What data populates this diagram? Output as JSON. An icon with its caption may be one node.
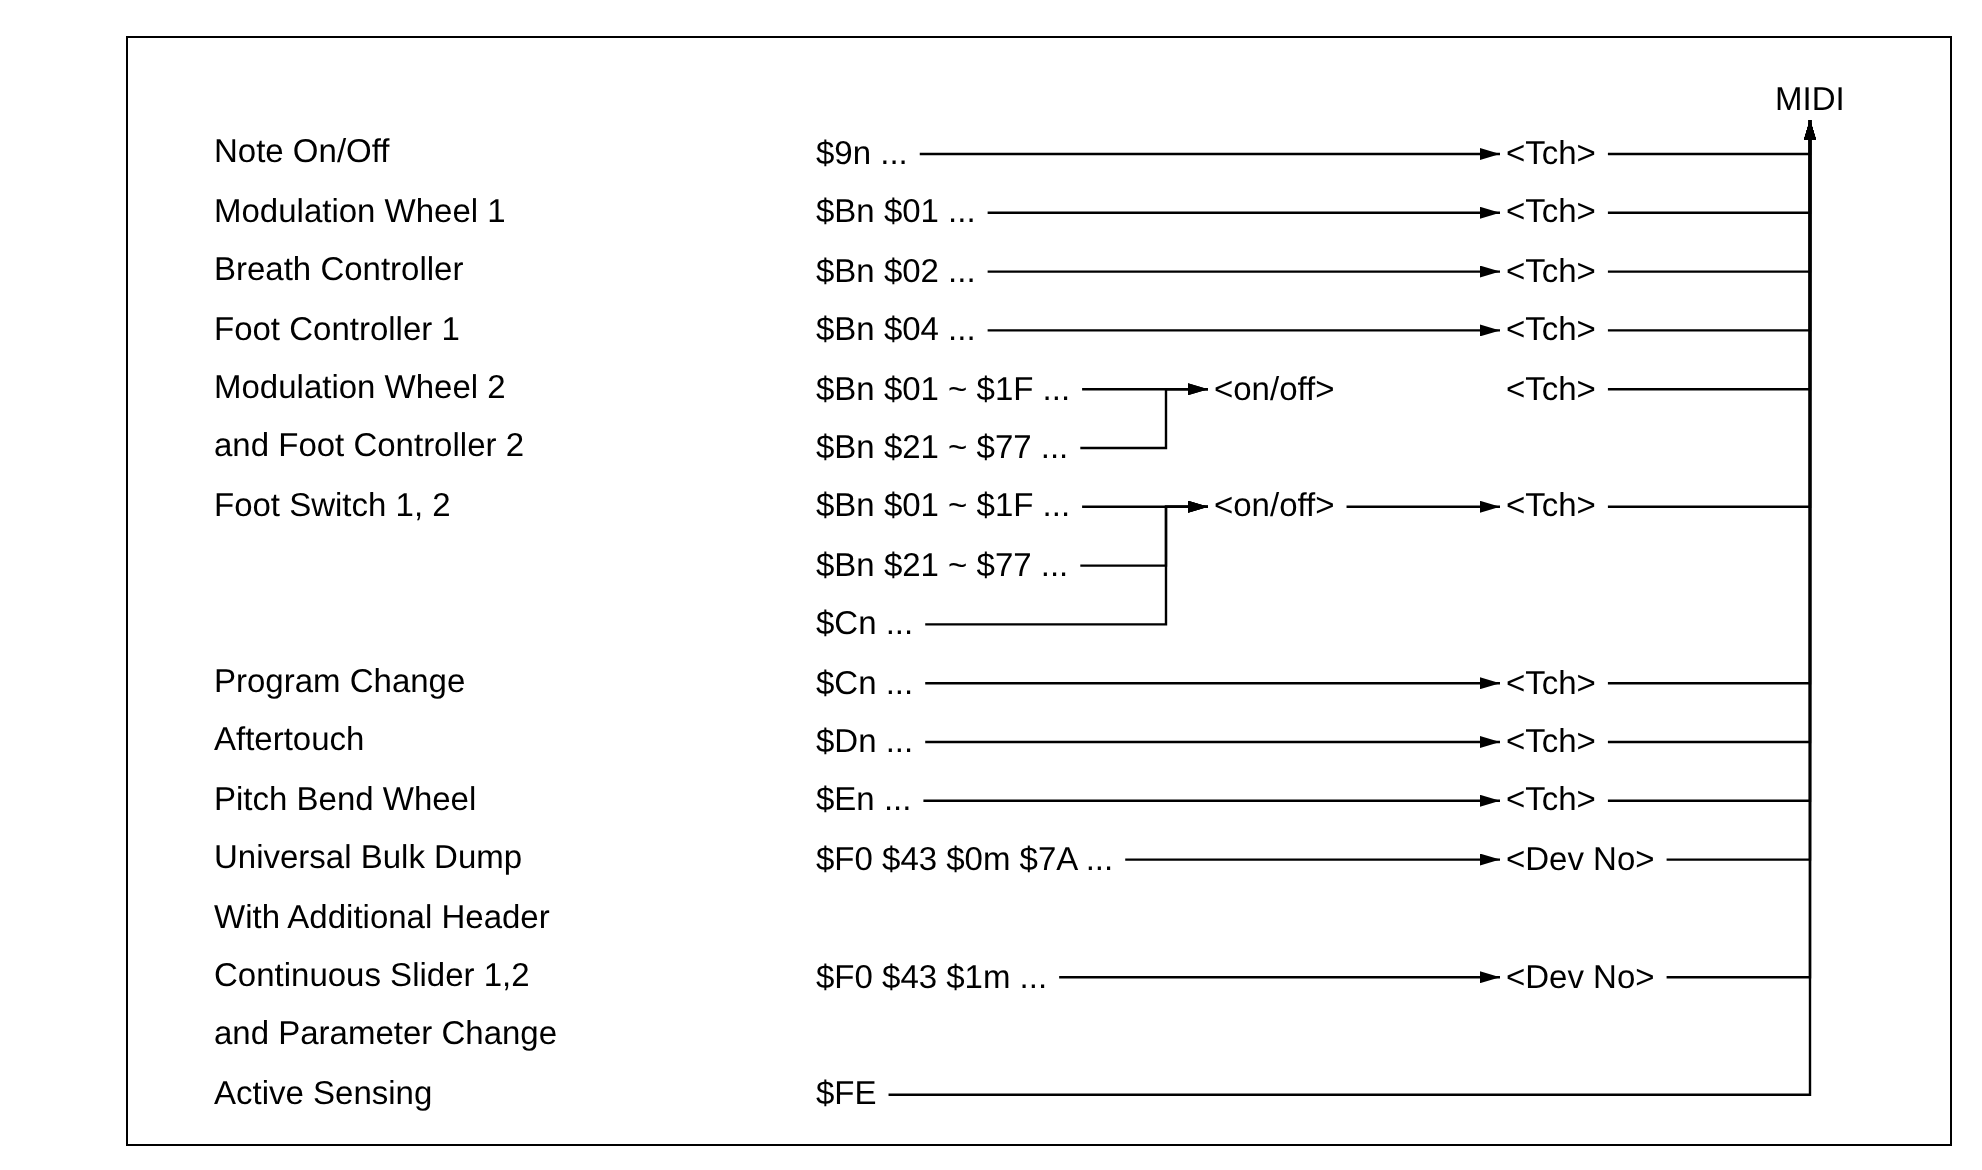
{
  "diagram": {
    "nodes": [
      {
        "text": [
          "MIDI"
        ]
      },
      {
        "text": [
          "$9n ..."
        ]
      },
      {
        "text": [
          "<Tch>"
        ]
      },
      {
        "text": [
          "$Bn $01 ..."
        ]
      },
      {
        "text": [
          "<Tch>"
        ]
      },
      {
        "text": [
          "$Bn $02 ..."
        ]
      },
      {
        "text": [
          "<Tch>"
        ]
      },
      {
        "text": [
          "$Bn $04 ..."
        ]
      },
      {
        "text": [
          "<Tch>"
        ]
      },
      {
        "text": [
          "$Bn $01 ~ $1F ..."
        ]
      },
      {
        "text": [
          "<on/off>"
        ]
      },
      {
        "text": [
          "<Tch>"
        ]
      },
      {
        "text": [
          "$Bn $21 ~ $77 ..."
        ]
      },
      {
        "text": [
          "$Bn $01 ~ $1F ..."
        ]
      },
      {
        "text": [
          "<on/off>"
        ]
      },
      {
        "text": [
          "<Tch>"
        ]
      },
      {
        "text": [
          "$Bn $21 ~ $77 ..."
        ]
      },
      {
        "text": [
          "$Cn ..."
        ]
      },
      {
        "text": [
          "$Cn ..."
        ]
      },
      {
        "text": [
          "<Tch>"
        ]
      },
      {
        "text": [
          "$Dn ..."
        ]
      },
      {
        "text": [
          "<Tch>"
        ]
      },
      {
        "text": [
          "$En ..."
        ]
      },
      {
        "text": [
          "<Tch>"
        ]
      },
      {
        "text": [
          "$F0 $43 $0m $7A ..."
        ]
      },
      {
        "text": [
          "<Dev No>"
        ]
      },
      {
        "text": [
          "$F0 $43 $1m ..."
        ]
      },
      {
        "text": [
          "<Dev No>"
        ]
      },
      {
        "text": [
          "$FE"
        ]
      }
    ],
    "edges": [
      {
        "from": 1,
        "to": 2,
        "arrow": "to"
      },
      {
        "from": 2,
        "to": 0,
        "arrow": "to"
      },
      {
        "from": 3,
        "to": 4,
        "arrow": "to"
      },
      {
        "from": 4,
        "to": 0,
        "arrow": "to"
      },
      {
        "from": 5,
        "to": 6,
        "arrow": "to"
      },
      {
        "from": 6,
        "to": 0,
        "arrow": "to"
      },
      {
        "from": 7,
        "to": 8,
        "arrow": "to"
      },
      {
        "from": 8,
        "to": 0,
        "arrow": "to"
      },
      {
        "from": 9,
        "to": 10,
        "arrow": "to"
      },
      {
        "from": 12,
        "to": 10,
        "arrow": "to"
      },
      {
        "from": 11,
        "to": 0,
        "arrow": "to"
      },
      {
        "from": 13,
        "to": 14,
        "arrow": "to"
      },
      {
        "from": 16,
        "to": 14,
        "arrow": "to"
      },
      {
        "from": 17,
        "to": 14,
        "arrow": "to"
      },
      {
        "from": 14,
        "to": 15,
        "arrow": "to"
      },
      {
        "from": 15,
        "to": 0,
        "arrow": "to"
      },
      {
        "from": 18,
        "to": 19,
        "arrow": "to"
      },
      {
        "from": 19,
        "to": 0,
        "arrow": "to"
      },
      {
        "from": 20,
        "to": 21,
        "arrow": "to"
      },
      {
        "from": 21,
        "to": 0,
        "arrow": "to"
      },
      {
        "from": 22,
        "to": 23,
        "arrow": "to"
      },
      {
        "from": 23,
        "to": 0,
        "arrow": "to"
      },
      {
        "from": 24,
        "to": 25,
        "arrow": "to"
      },
      {
        "from": 25,
        "to": 0,
        "arrow": "to"
      },
      {
        "from": 26,
        "to": 27,
        "arrow": "to"
      },
      {
        "from": 27,
        "to": 0,
        "arrow": "to"
      },
      {
        "from": 28,
        "to": 0,
        "arrow": "to"
      }
    ],
    "labels": [
      "Note On/Off",
      "Modulation Wheel 1",
      "Breath Controller",
      "Foot Controller 1",
      "Modulation Wheel 2 and Foot Controller 2",
      "Foot Switch 1, 2",
      "Program Change",
      "Aftertouch",
      "Pitch Bend Wheel",
      "Universal Bulk Dump With Additional Header",
      "Continuous Slider 1,2 and Parameter Change",
      "Active Sensing"
    ]
  }
}
